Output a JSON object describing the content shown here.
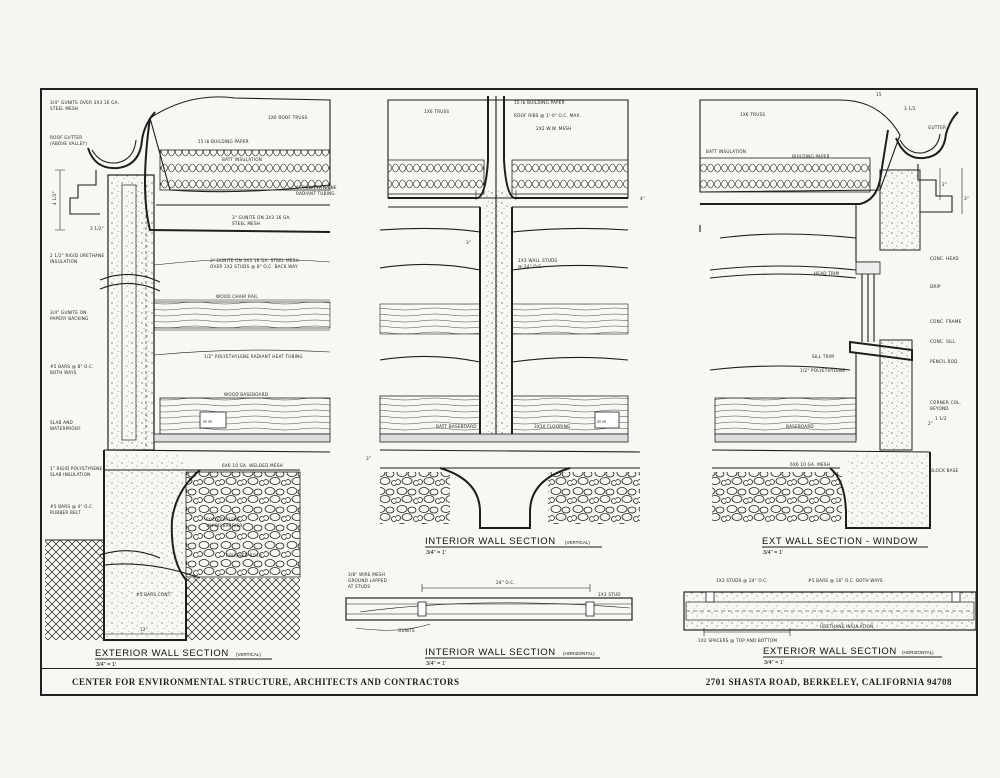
{
  "footer": {
    "left": "CENTER FOR ENVIRONMENTAL STRUCTURE, ARCHITECTS AND CONTRACTORS",
    "right": "2701 SHASTA ROAD, BERKELEY, CALIFORNIA 94708"
  },
  "sections": {
    "exterior_vertical": {
      "title": "EXTERIOR WALL SECTION",
      "sub": "(VERTICAL)",
      "scale": "3/4\" = 1'"
    },
    "interior_vertical": {
      "title": "INTERIOR WALL SECTION",
      "sub": "(VERTICAL)",
      "scale": "3/4\" = 1'"
    },
    "window": {
      "title": "EXT WALL SECTION - WINDOW",
      "scale": "3/4\" = 1'"
    },
    "interior_horizontal": {
      "title": "INTERIOR WALL SECTION",
      "sub": "(HORIZONTAL)",
      "scale": "3/4\" = 1'"
    },
    "exterior_horizontal": {
      "title": "EXTERIOR WALL SECTION",
      "sub": "(HORIZONTAL)",
      "scale": "3/4\" = 1'"
    }
  },
  "notes": {
    "ext": {
      "n1": "3/4\" GUNITE OVER 3X3 16 GA.",
      "n2": "STEEL MESH",
      "n3": "ROOF GUTTER",
      "n4": "(ABOVE VALLEY)",
      "n5": "1X6 ROOF TRUSS",
      "n6": "15 lb BUILDING PAPER",
      "n7": "BATT INSULATION",
      "n8": "6\" POLYETHYLENE",
      "n9": "RADIANT TUBING",
      "n10": "3\" GUNITE ON 3X3 16 GA.",
      "n11": "STEEL MESH",
      "n12": "2 1/2\" RIGID URETHANE",
      "n13": "INSULATION",
      "n14": "3\" GUNITE ON 3X3 16 GA. STEEL MESH",
      "n15": "OVER 1X2 STUDS @ 8\" O.C. BACK WAY",
      "n16": "3/4\" GUNITE ON",
      "n17": "PAPERY BACKING",
      "n18": "WOOD CHAIR RAIL",
      "n19": "1/2\" POLYETHYLENE RADIANT HEAT TUBING",
      "n20": "#5 BARS @ 8\" O.C.",
      "n21": "BOTH WAYS",
      "n22": "WOOD BASEBOARD",
      "n23": "SLAB AND",
      "n24": "WATERPROOF",
      "n25": "1\" RIGID POLYSTYRENE",
      "n26": "SLAB INSULATION",
      "n27": "6X6 10 GA. WELDED MESH",
      "n28": "POLYETHYLENE",
      "n29": "VAPOR BARRIER",
      "n30": "CRUSHED ROCK",
      "n31": "#5 BARS @ 4\" O.C.",
      "n32": "RUBBER BELT",
      "n33": "#5 BARS CONT.",
      "n34": "12\""
    },
    "int": {
      "n1": "1X6 TRUSS",
      "n2": "15 lb BUILDING PAPER",
      "n3": "ROOF RIBS @ 1'-0\" O.C. MAX.",
      "n4": "2X2 W.W. MESH",
      "n5": "1X3 WALL STUDS",
      "n6": "@ 24\" O.C.",
      "n7": "BATT BASEBOARD",
      "n8": "3X10 FLOORING"
    },
    "win": {
      "n1": "1X6 TRUSS",
      "n2": "GUTTER",
      "n3": "BATT INSULATION",
      "n4": "BUILDING PAPER",
      "n5": "CONC. HEAD",
      "n6": "HEAD TRIM",
      "n7": "DRIP",
      "n8": "CONC. FRAME",
      "n9": "CONC. SILL",
      "n10": "SILL TRIM",
      "n11": "PENCIL ROD",
      "n12": "1/2\" POLYETHYLENE",
      "n13": "CORNER COL.",
      "n14": "BEYOND",
      "n15": "BASEBOARD",
      "n16": "6X6 10 GA. MESH",
      "n17": "BLOCK BASE"
    },
    "ih": {
      "n1": "3/8\" WIRE MESH",
      "n2": "GROUND LAPPED",
      "n3": "AT STUDS",
      "n4": "24\" O.C.",
      "n5": "1X3 STUD",
      "n6": "GUNITE"
    },
    "eh": {
      "n1": "1X3 STUDS @ 24\" O.C.",
      "n2": "#5 BARS @ 16\" O.C. BOTH WAYS",
      "n3": "URETHANE INSULATION",
      "n4": "1X2 SPACERS @ TOP AND BOTTOM"
    }
  }
}
